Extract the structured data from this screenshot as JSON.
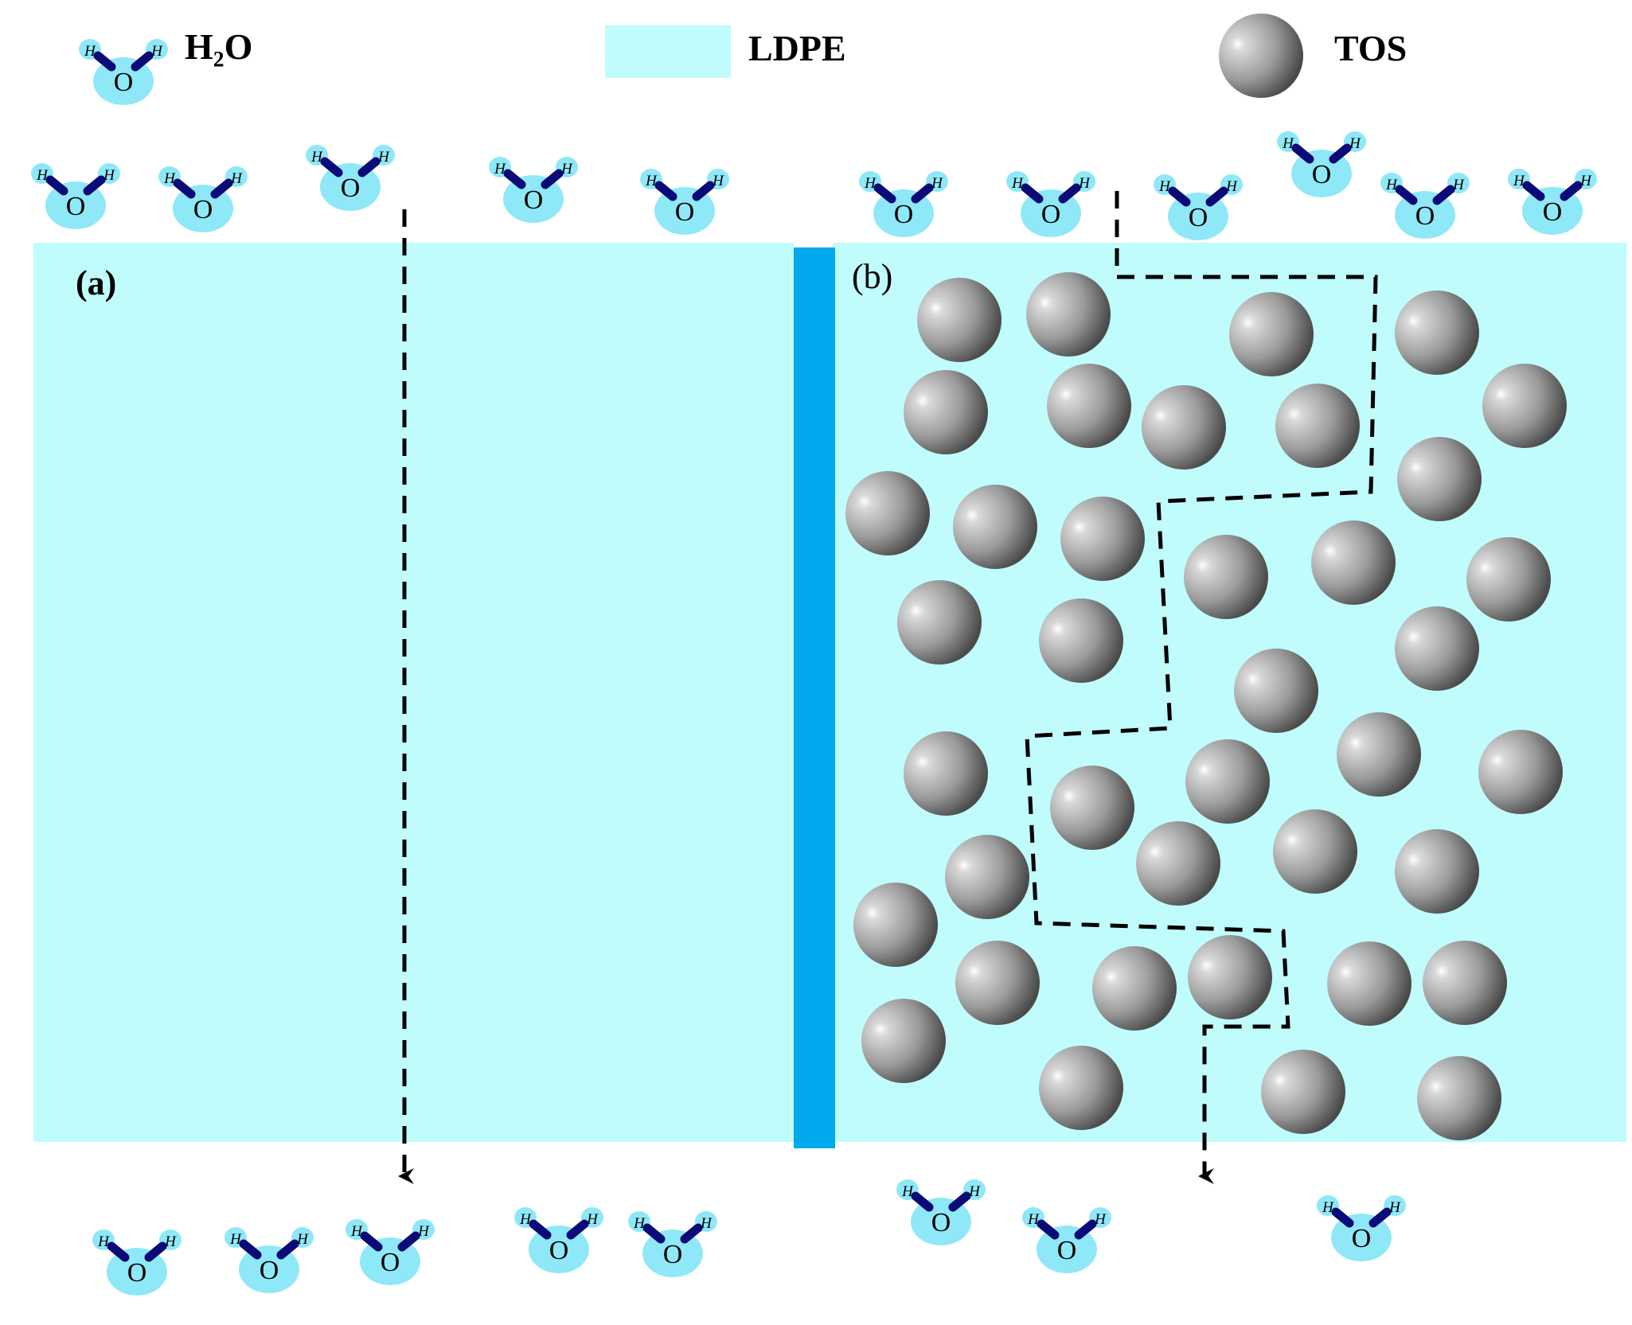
{
  "legend": {
    "water_label": "H₂O",
    "ldpe_label": "LDPE",
    "tos_label": "TOS"
  },
  "panels": {
    "a_label": "(a)",
    "b_label": "(b)"
  },
  "molecule": {
    "oxygen_text": "O",
    "hydrogen_text": "H"
  },
  "colors": {
    "ldpe_fill": "#c0fcfc",
    "water_fill": "#8fe8f7",
    "bond": "#0a0a78",
    "divider": "#00a8ee",
    "arrow": "#000000",
    "tos_light": "#d9d9d9",
    "tos_dark": "#4a4a4a"
  },
  "icons": {
    "water": "water-molecule-icon",
    "tos": "tos-particle-icon",
    "arrow": "diffusion-path-arrow"
  }
}
